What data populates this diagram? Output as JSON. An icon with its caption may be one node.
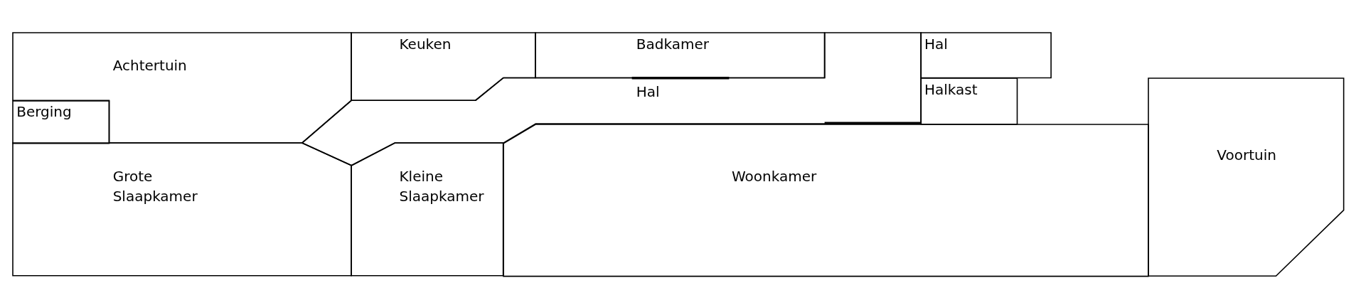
{
  "diagram": {
    "nodes": [
      {
        "text": [
          "Achtertuin"
        ]
      },
      {
        "text": [
          "Berging"
        ]
      },
      {
        "text": [
          "Keuken"
        ]
      },
      {
        "text": [
          "Badkamer"
        ]
      },
      {
        "text": [
          "Hal"
        ]
      },
      {
        "text": [
          "Hal"
        ]
      },
      {
        "text": [
          "Halkast"
        ]
      },
      {
        "text": [
          "Grote Slaapkamer"
        ]
      },
      {
        "text": [
          "Kleine Slaapkamer"
        ]
      },
      {
        "text": [
          "Woonkamer"
        ]
      },
      {
        "text": [
          "Voortuin"
        ]
      }
    ]
  }
}
